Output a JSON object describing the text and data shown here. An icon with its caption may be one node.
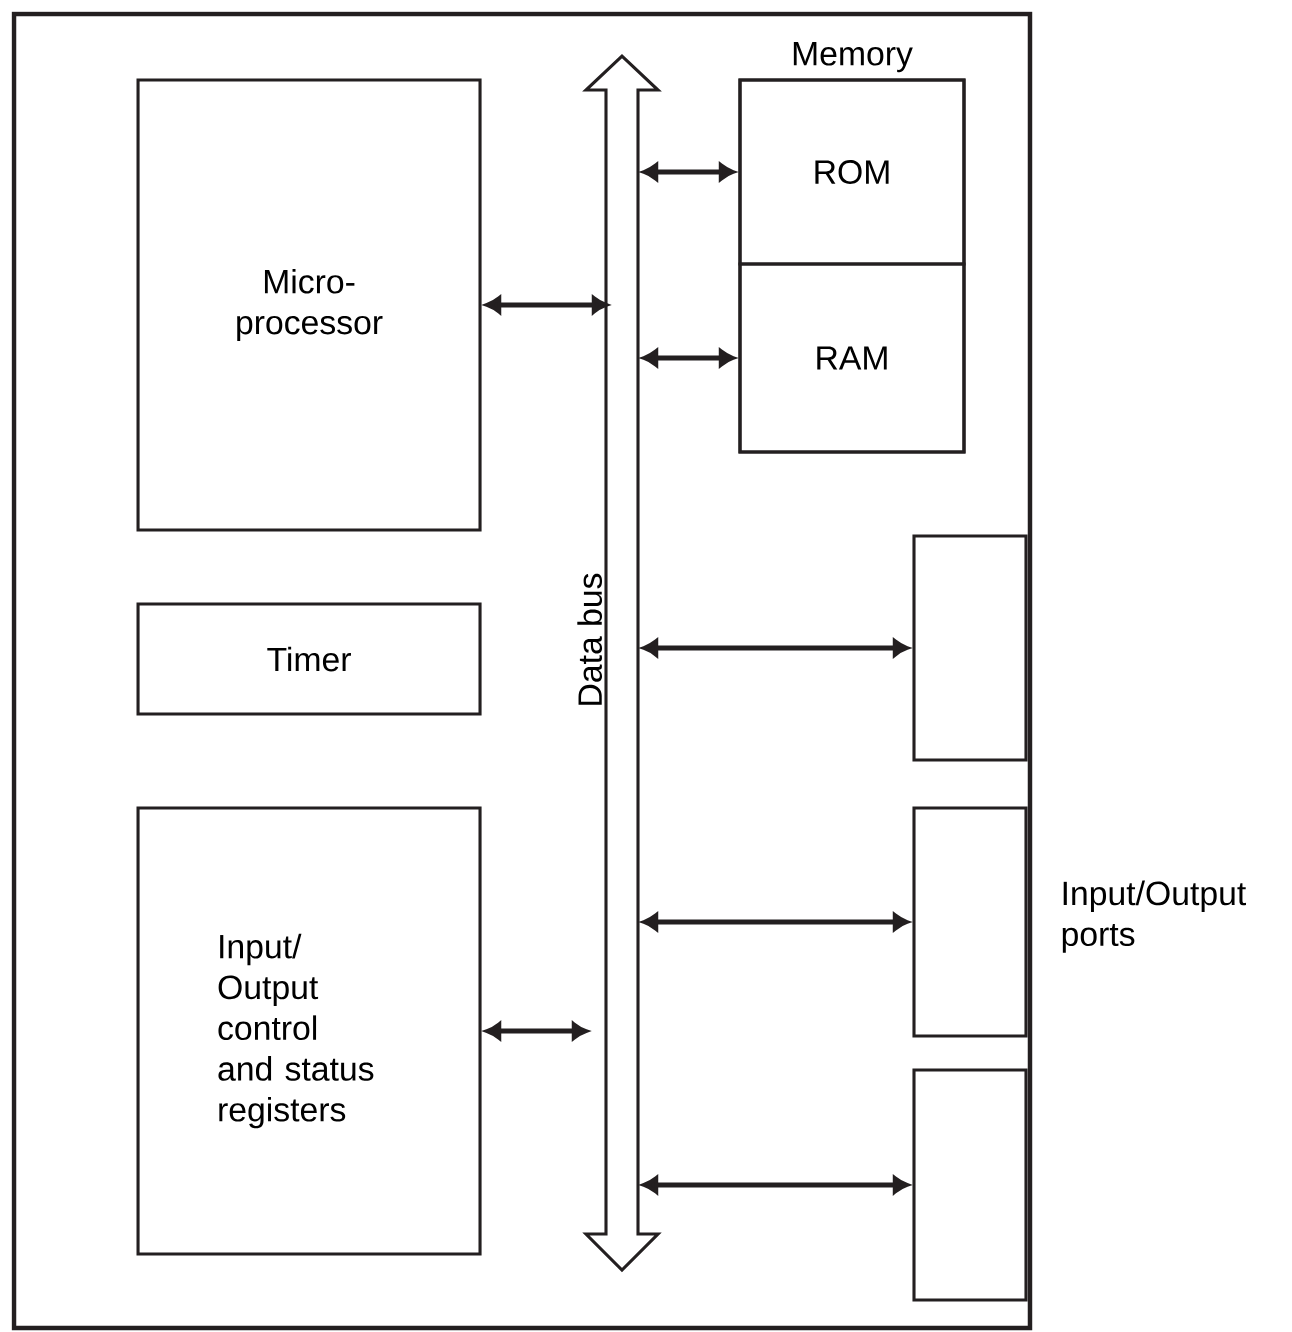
{
  "diagram": {
    "nodes": [
      {
        "text": [],
        "shape": "box"
      },
      {
        "text": [
          "Micro- processor"
        ],
        "in": 0
      },
      {
        "text": [
          "Memory"
        ],
        "in": 0
      },
      {
        "text": [
          "ROM"
        ],
        "in": 2
      },
      {
        "text": [
          "RAM"
        ],
        "in": 2
      },
      {
        "text": [
          "Data bus"
        ],
        "in": 0
      },
      {
        "text": [
          "Timer"
        ],
        "in": 0
      },
      {
        "text": [],
        "shape": "box",
        "in": 0
      },
      {
        "text": [],
        "shape": "box",
        "in": 0
      },
      {
        "text": [
          "Input/ Output control and status registers"
        ],
        "in": 0
      },
      {
        "text": [],
        "shape": "box",
        "in": 0
      }
    ],
    "edges": [
      {
        "from": 1,
        "to": 5,
        "arrow": "both"
      },
      {
        "from": 5,
        "to": 3,
        "arrow": "both"
      },
      {
        "from": 5,
        "to": 4,
        "arrow": "both"
      },
      {
        "from": 5,
        "to": 7,
        "arrow": "both"
      },
      {
        "from": 5,
        "to": 8,
        "arrow": "both"
      },
      {
        "from": 9,
        "to": 5,
        "arrow": "both"
      },
      {
        "from": 5,
        "to": 10,
        "arrow": "both"
      }
    ],
    "labels": [
      "Input/Output ports"
    ]
  }
}
